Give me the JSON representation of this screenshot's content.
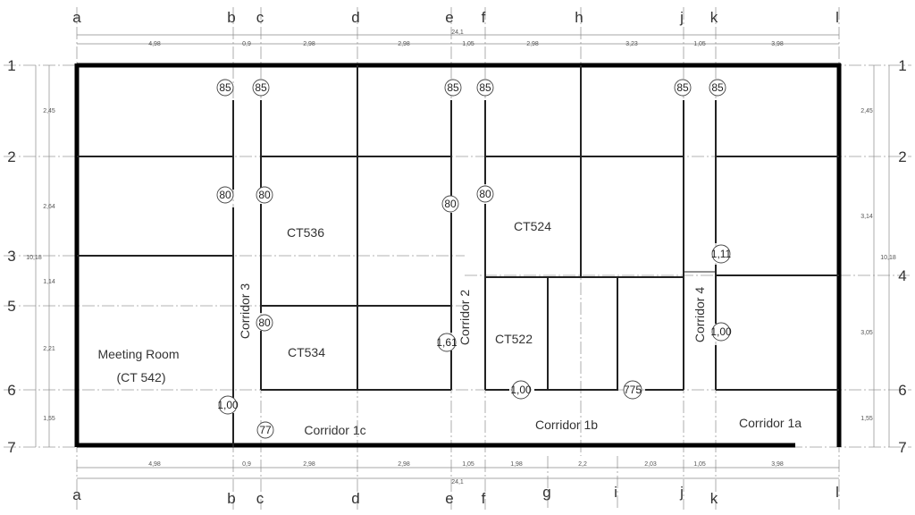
{
  "grid": {
    "columns": [
      "a",
      "b",
      "c",
      "d",
      "e",
      "f",
      "h",
      "j",
      "k",
      "l"
    ],
    "columns_bottom": [
      "a",
      "b",
      "c",
      "d",
      "e",
      "f",
      "g",
      "i",
      "j",
      "k",
      "l"
    ],
    "rows_left": [
      "1",
      "2",
      "3",
      "5",
      "6",
      "7"
    ],
    "rows_right": [
      "1",
      "2",
      "4",
      "6",
      "7"
    ]
  },
  "dimensions": {
    "top_total": "24,1",
    "top_segments": [
      "4,98",
      "0,9",
      "2,98",
      "2,98",
      "1,05",
      "2,98",
      "3,23",
      "1,05",
      "3,98"
    ],
    "bottom_total": "24,1",
    "bottom_segments": [
      "4,98",
      "0,9",
      "2,98",
      "2,98",
      "1,05",
      "1,98",
      "2,2",
      "2,03",
      "1,05",
      "3,98"
    ],
    "left_total": "10,18",
    "left_segments": [
      "2,45",
      "2,64",
      "1,14",
      "2,21",
      "1,55"
    ],
    "right_total": "10,18",
    "right_segments": [
      "2,45",
      "3,14",
      "3,05",
      "1,55"
    ]
  },
  "rooms": {
    "ct536": "CT536",
    "ct534": "CT534",
    "ct524": "CT524",
    "ct522": "CT522",
    "meeting_line1": "Meeting Room",
    "meeting_line2": "(CT 542)"
  },
  "corridors": {
    "c1a": "Corridor 1a",
    "c1b": "Corridor 1b",
    "c1c": "Corridor 1c",
    "c2": "Corridor 2",
    "c3": "Corridor 3",
    "c4": "Corridor 4"
  },
  "door_tags": {
    "d1": "85",
    "d2": "85",
    "d3": "85",
    "d4": "85",
    "d5": "85",
    "d6": "85",
    "d7": "80",
    "d8": "80",
    "d9": "80",
    "d10": "80",
    "d11": "80",
    "d12": "1,11",
    "d13": "1,00",
    "d14": "1,61",
    "d15": "1,00",
    "d16": "775",
    "d17": "1,00",
    "d18": "77"
  }
}
